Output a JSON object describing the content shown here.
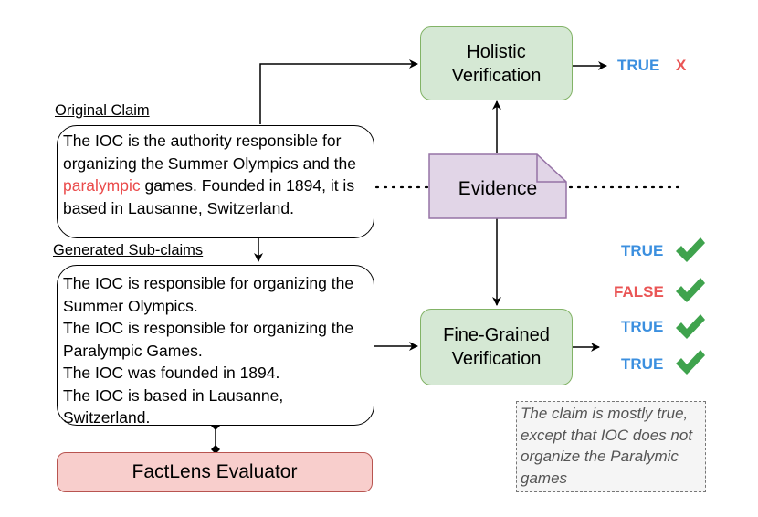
{
  "holistic": {
    "line1": "Holistic",
    "line2": "Verification"
  },
  "fine_grained": {
    "line1": "Fine-Grained",
    "line2": "Verification"
  },
  "evidence": "Evidence",
  "original_claim": {
    "label": "Original Claim",
    "text_before": "The IOC is the authority responsible for organizing the Summer Olympics and the ",
    "highlight": "paralympic",
    "text_after": " games. Founded in 1894, it is based in Lausanne, Switzerland."
  },
  "sub_claims": {
    "label": "Generated Sub-claims",
    "items": [
      "The IOC is responsible for organizing the Summer Olympics.",
      "The IOC is responsible for organizing the Paralympic Games.",
      "The IOC was founded in 1894.",
      "The IOC is based in Lausanne, Switzerland."
    ]
  },
  "evaluator": "FactLens Evaluator",
  "holistic_result": {
    "label": "TRUE",
    "mark": "X"
  },
  "fine_grained_results": [
    "TRUE",
    "FALSE",
    "TRUE",
    "TRUE"
  ],
  "note": "The claim is mostly true, except that IOC does not organize the Paralymic games",
  "colors": {
    "true": "#3b8fdf",
    "false": "#ea5555",
    "check": "#3fa34d",
    "green_fill": "#d5e8d4",
    "purple_fill": "#e1d5e7",
    "red_fill": "#f8cecc"
  }
}
